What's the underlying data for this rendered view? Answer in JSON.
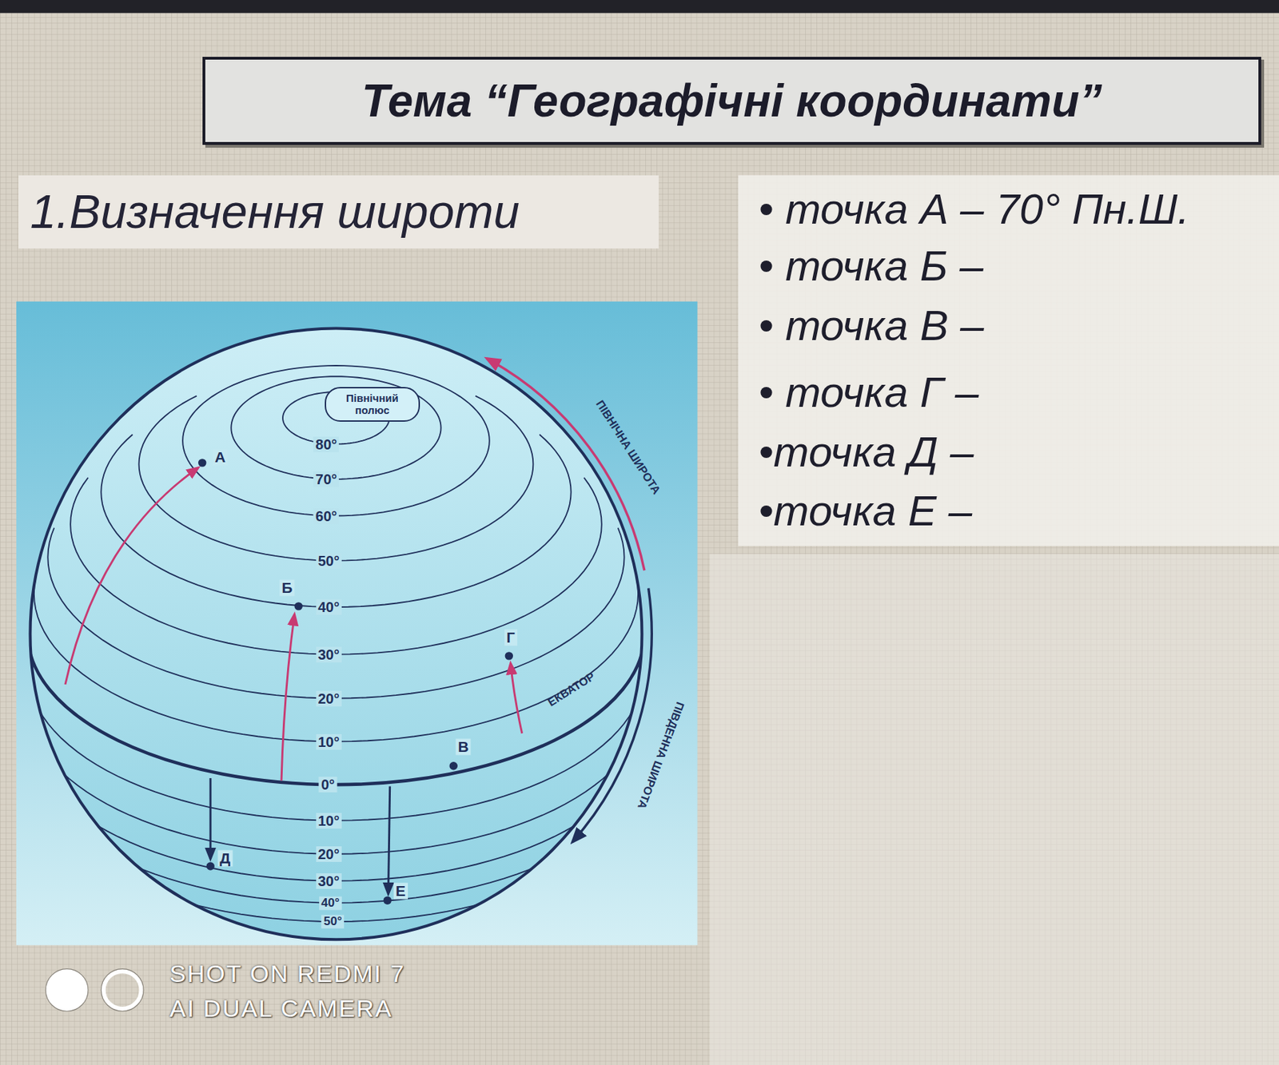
{
  "diagram": {
    "title": "Тема “Географічні координати”",
    "nodes": [
      {
        "text": [
          "1.Визначення широти"
        ]
      },
      {
        "text": [
          "Північний полюс"
        ]
      }
    ],
    "labels": [
      "80°",
      "70°",
      "60°",
      "50°",
      "40°",
      "30°",
      "20°",
      "10°",
      "0°",
      "10°",
      "20°",
      "30°",
      "40°",
      "50°",
      "А",
      "Б",
      "В",
      "Г",
      "Д",
      "Е",
      "ПІВНІЧНА ШИРОТА",
      "ЕКВАТОР",
      "ПІВДЕННА ШИРОТА",
      "• точка А – 70° Пн.Ш.",
      "• точка Б –",
      "• точка В –",
      "• точка Г –",
      "•точка Д –",
      "•точка Е –",
      "SHOT ON REDMI 7",
      "AI DUAL CAMERA"
    ]
  }
}
